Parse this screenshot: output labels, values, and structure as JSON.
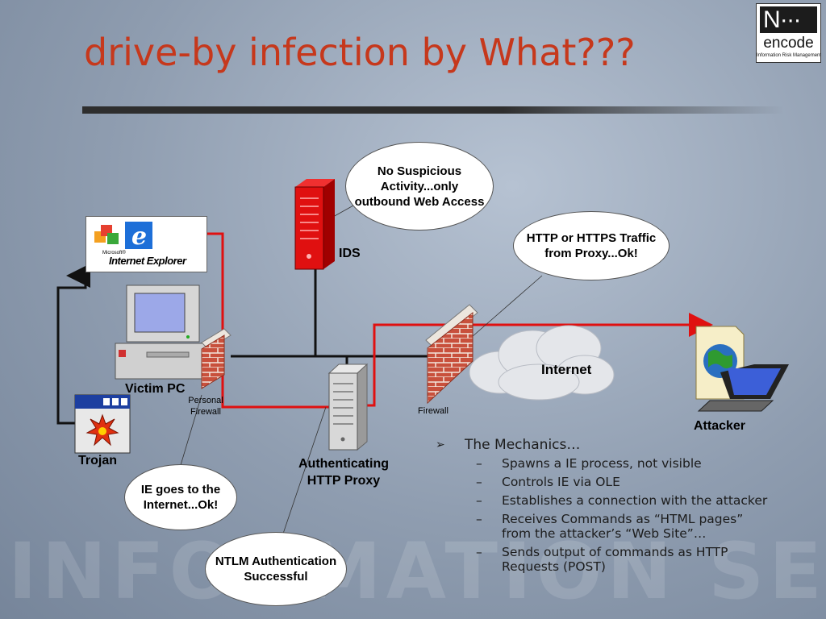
{
  "slide": {
    "title": "drive-by infection by What???",
    "watermark": "INFORMATION SECURITY"
  },
  "logo": {
    "mark": "N∙∙∙",
    "word": "encode",
    "tagline": "Information Risk Management"
  },
  "diagram": {
    "nodes": {
      "ie_brand_small": "Microsoft®",
      "ie_brand": "Internet Explorer",
      "victim_pc": "Victim PC",
      "personal_firewall": "Personal\nFirewall",
      "trojan": "Trojan",
      "ids": "IDS",
      "proxy": "Authenticating\nHTTP Proxy",
      "firewall": "Firewall",
      "internet": "Internet",
      "attacker": "Attacker"
    },
    "callouts": {
      "ids_note": "No Suspicious Activity...only outbound Web Access",
      "proxy_traffic": "HTTP or HTTPS Traffic from Proxy...Ok!",
      "ie_ok": "IE goes to the Internet...Ok!",
      "ntlm": "NTLM Authentication Successful"
    },
    "colors": {
      "network_line": "#000000",
      "infection_path": "#e01010",
      "title": "#c6381c"
    }
  },
  "mechanics": {
    "heading": "The Mechanics…",
    "bullet_icon": "arrow-bullet-icon",
    "items": [
      "Spawns a IE process, not visible",
      "Controls IE via OLE",
      "Establishes a connection with the attacker",
      "Receives Commands as “HTML pages” from the attacker’s “Web Site”…",
      "Sends output of commands as HTTP Requests (POST)"
    ]
  }
}
